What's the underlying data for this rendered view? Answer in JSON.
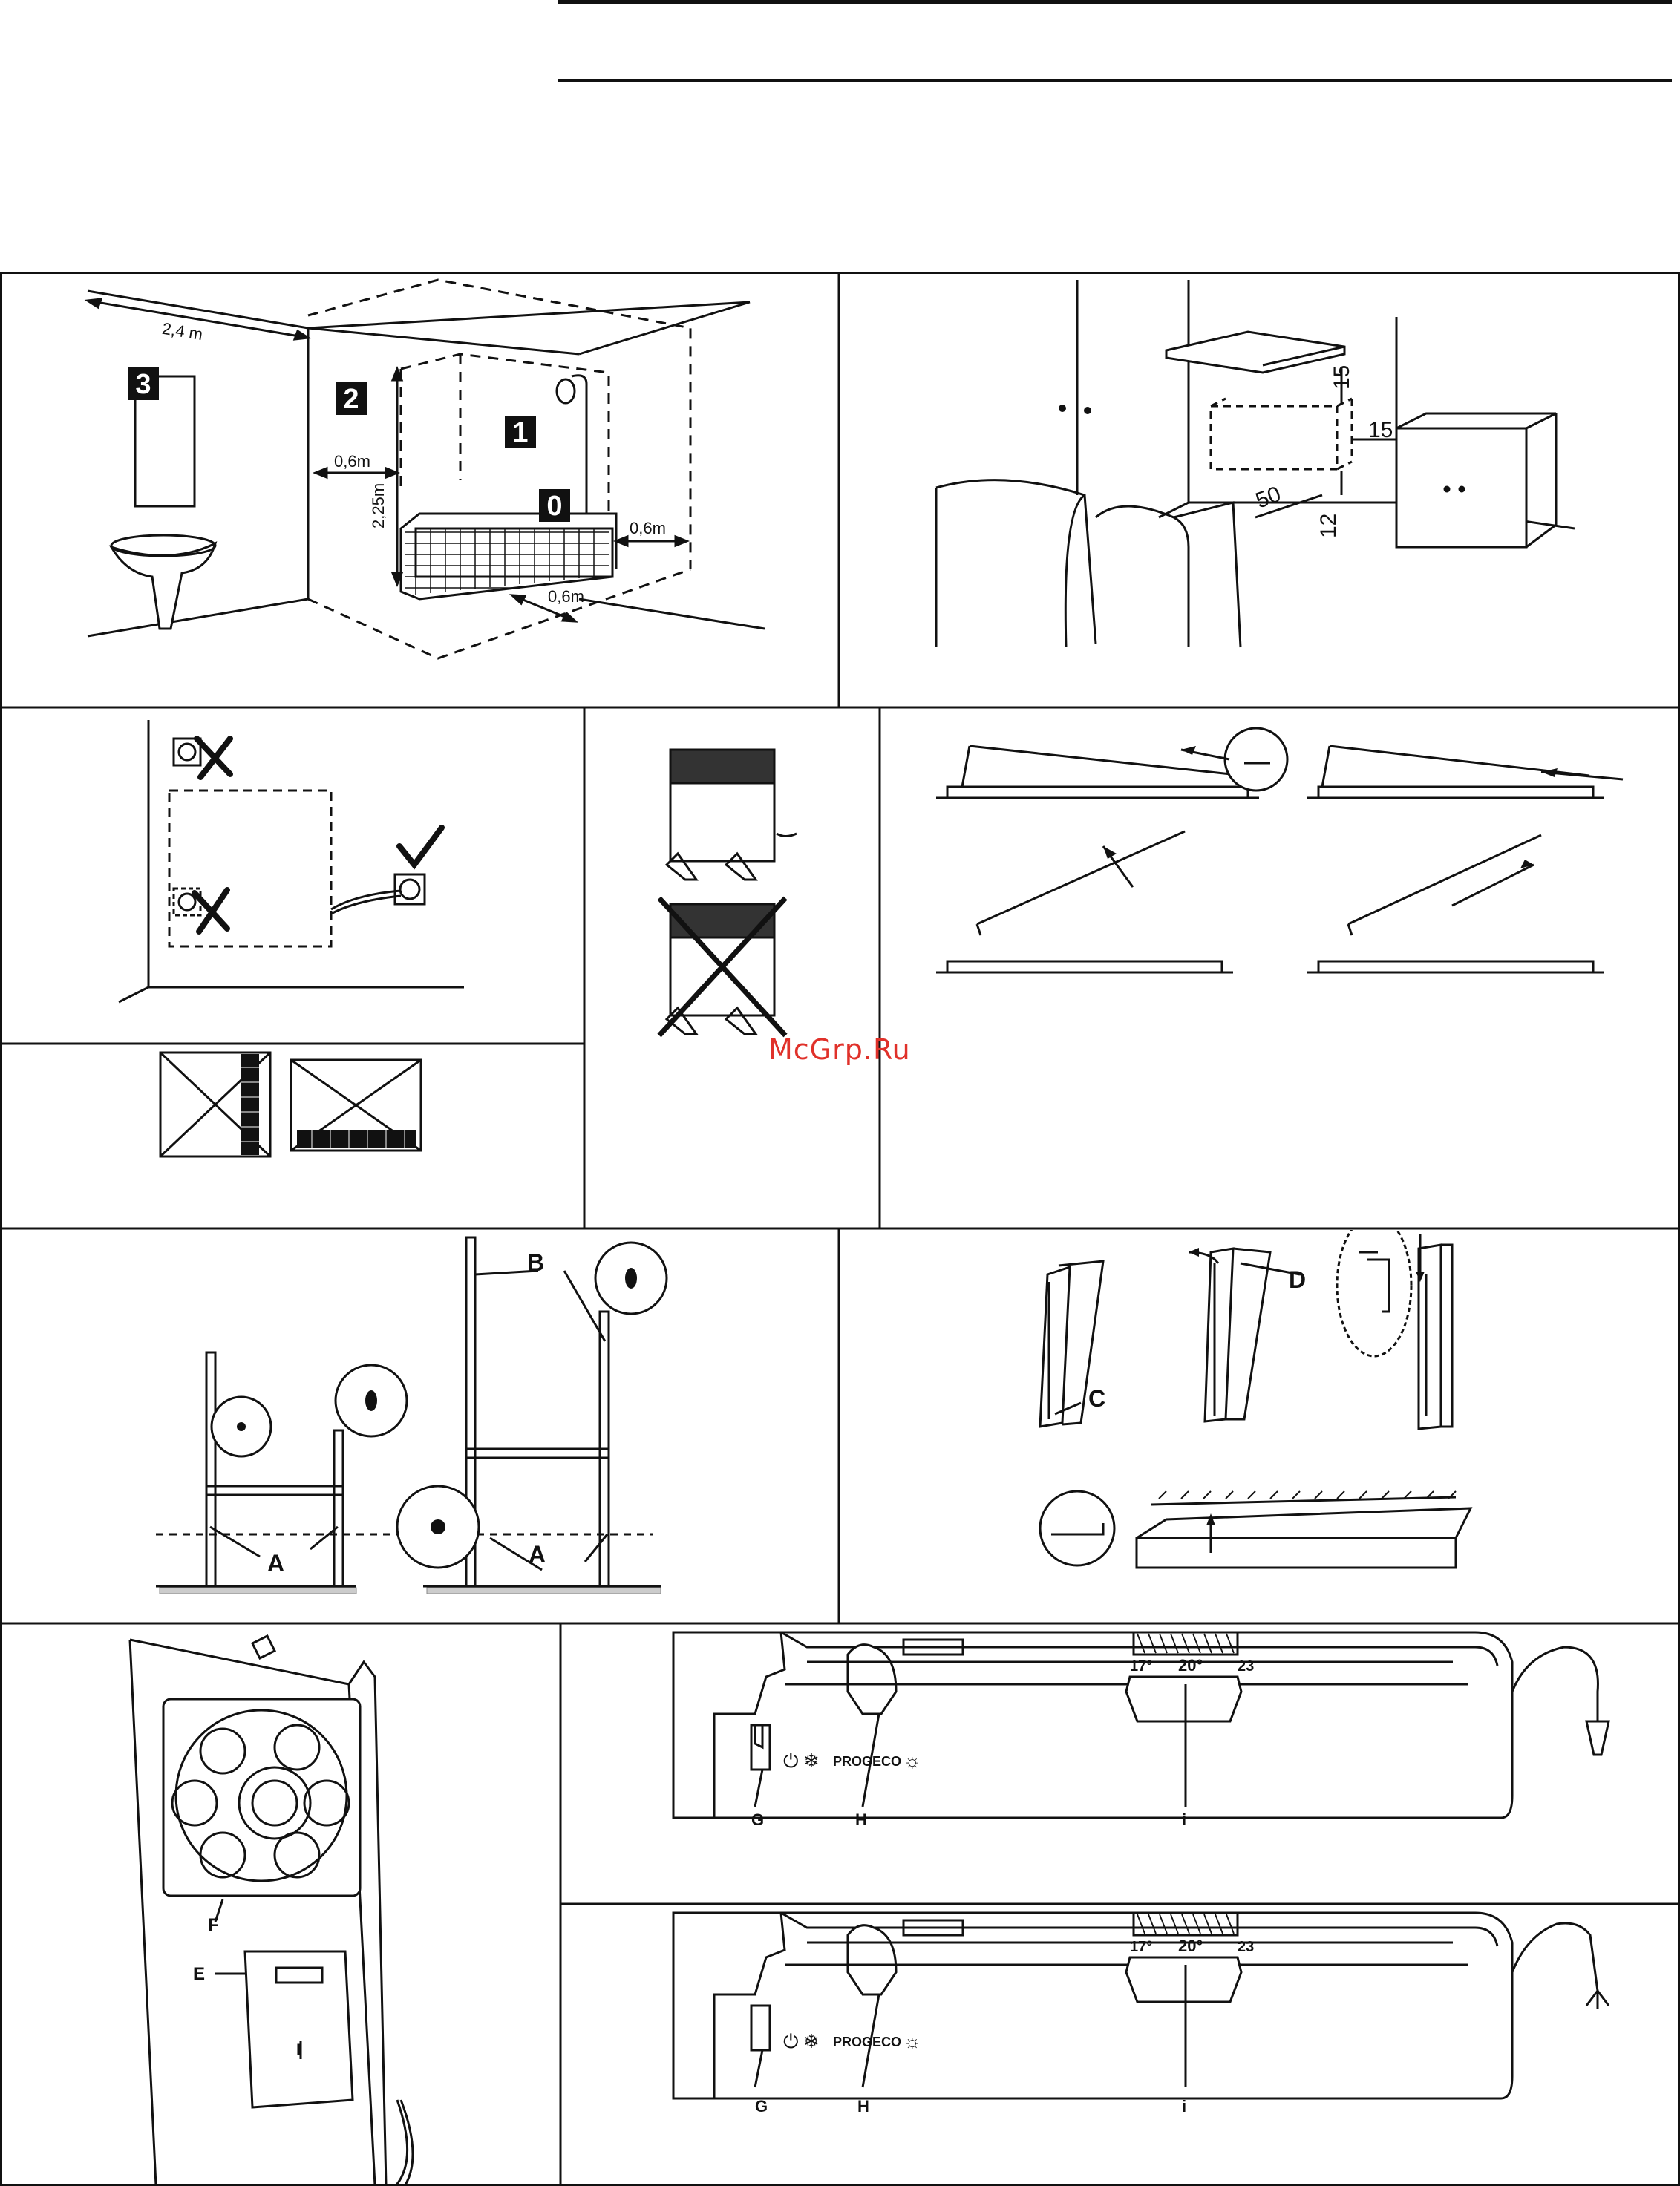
{
  "zones": {
    "dist_24": "2,4 m",
    "zone3": "3",
    "zone2": "2",
    "zone1": "1",
    "zone0": "0",
    "dist_06_left": "0,6m",
    "height_225": "2,25m",
    "dist_06_right": "0,6m",
    "dist_06_bottom": "0,6m"
  },
  "clearances": {
    "top": "15",
    "side": "15",
    "floor": "12",
    "front": "50"
  },
  "fixing": {
    "label_a1": "A",
    "label_a2": "A",
    "label_b": "B"
  },
  "hanging": {
    "label_c": "C",
    "label_d": "D"
  },
  "control_panel": {
    "label_e": "E",
    "label_f": "F",
    "switch_mark": "I"
  },
  "panel_top": {
    "scale_17": "17°",
    "scale_20": "20°",
    "scale_23": "23",
    "mode_prog": "PROG",
    "mode_eco": "ECO",
    "label_g": "G",
    "label_h": "H",
    "label_i": "i"
  },
  "panel_bottom": {
    "scale_17": "17°",
    "scale_20": "20°",
    "scale_23": "23",
    "mode_prog": "PROG",
    "mode_eco": "ECO",
    "label_g": "G",
    "label_h": "H",
    "label_i": "i"
  },
  "watermark": "McGrp.Ru"
}
